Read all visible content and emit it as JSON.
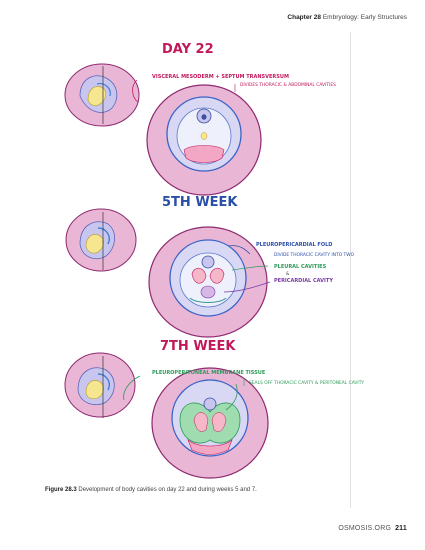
{
  "header": {
    "chapter": "Chapter 28",
    "subject": "Embryology: Early Structures"
  },
  "panels": {
    "day22": {
      "title": "DAY 22",
      "label": "VISCERAL MESODERM + SEPTUM TRANSVERSUM",
      "note": "DIVIDES THORACIC & ABDOMINAL CAVITIES"
    },
    "week5": {
      "title": "5TH WEEK",
      "label": "PLEUROPERICARDIAL FOLD",
      "note1": "DIVIDE THORACIC CAVITY INTO TWO",
      "note2": "PLEURAL CAVITIES",
      "note3": "&",
      "note4": "PERICARDIAL CAVITY"
    },
    "week7": {
      "title": "7TH WEEK",
      "label": "PLEUROPERITONEAL MEMBRANE TISSUE",
      "note": "SEALS OFF THORACIC CAVITY & PERITONEAL CAVITY"
    }
  },
  "caption": {
    "label": "Figure 28.3",
    "text": "Development of body cavities on day 22 and during weeks 5 and 7."
  },
  "footer": {
    "site": "OSMOSIS.ORG",
    "page": "211"
  },
  "colors": {
    "magenta": "#c2185b",
    "blue": "#2a4fa8",
    "green": "#2e9a5a",
    "pink": "#e9b6d6",
    "lavender": "#c8c6ee"
  }
}
